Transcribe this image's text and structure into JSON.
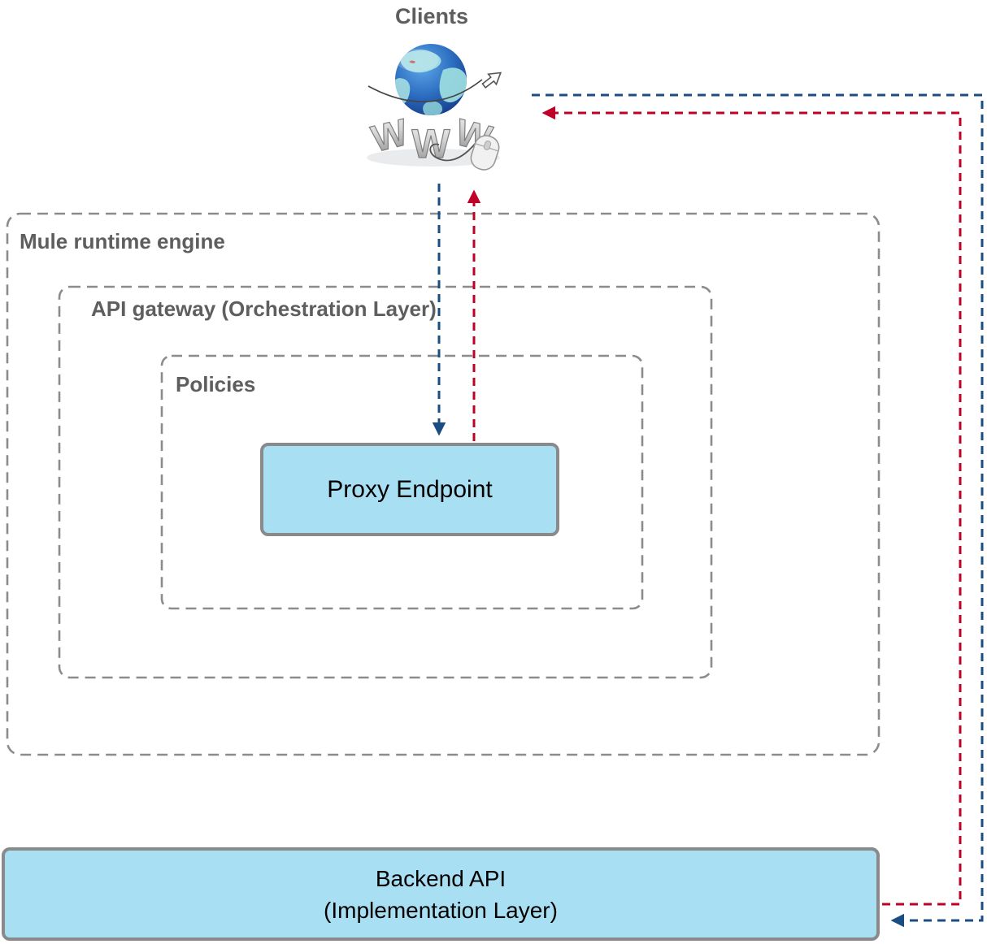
{
  "clients": {
    "label": "Clients"
  },
  "globe": {
    "icon": "www-globe-with-mouse-icon",
    "letters": [
      "W",
      "W",
      "W"
    ]
  },
  "containers": {
    "mule": {
      "label": "Mule runtime engine"
    },
    "api_gateway": {
      "label": "API gateway (Orchestration Layer)"
    },
    "policies": {
      "label": "Policies"
    }
  },
  "nodes": {
    "proxy": {
      "label": "Proxy Endpoint"
    },
    "backend": {
      "line1": "Backend API",
      "line2": "(Implementation Layer)"
    }
  },
  "flows": {
    "request_color_name": "dark-blue-dashed",
    "response_color_name": "dark-red-dashed"
  },
  "colors": {
    "arrow_blue": "#1B4D85",
    "arrow_red": "#C00026",
    "node_fill": "#A9DFF3",
    "node_border": "#8A8A8A",
    "container_border": "#8C8C8C",
    "label_gray": "#5E5E5E",
    "node_text": "#000000"
  }
}
